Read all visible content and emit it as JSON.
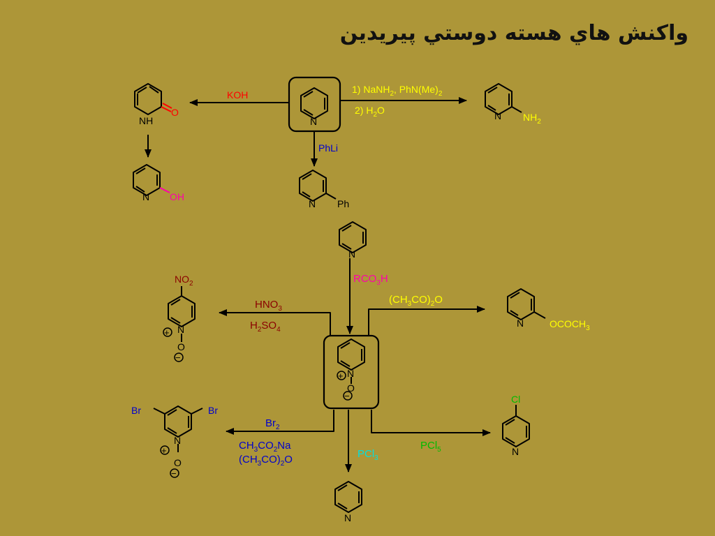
{
  "title": "واكنش هاي هسته دوستي پيريدين",
  "colors": {
    "background": "#ad9638",
    "bond": "#000000",
    "yellow": "#ffff00",
    "red": "#ff0000",
    "magenta": "#ff00aa",
    "blue": "#0000cc",
    "darkred": "#8b0000",
    "cyan": "#00e0e0",
    "green": "#00bb00"
  },
  "atoms": {
    "N": "N",
    "NH": "NH",
    "O": "O",
    "OH": "OH",
    "Ph": "Ph",
    "NH2": "NH",
    "NH2_sub": "2",
    "NO2": "NO",
    "NO2_sub": "2",
    "OCOCH3_a": "OCOCH",
    "OCOCH3_sub": "3",
    "Cl": "Cl",
    "Br": "Br",
    "plus": "+",
    "minus": "−"
  },
  "reagents": {
    "koh": "KOH",
    "nanh2_a": "1) NaNH",
    "nanh2_s1": "2",
    "nanh2_b": ", PhN(Me)",
    "nanh2_s2": "2",
    "h2o_a": "2) H",
    "h2o_s": "2",
    "h2o_b": "O",
    "phli": "PhLi",
    "rco3h_a": "RCO",
    "rco3h_s": "3",
    "rco3h_b": "H",
    "hno3_a": "HNO",
    "hno3_s": "3",
    "h2so4_a": "H",
    "h2so4_s1": "2",
    "h2so4_b": "SO",
    "h2so4_s2": "4",
    "ac2o_a": "(CH",
    "ac2o_s1": "3",
    "ac2o_b": "CO)",
    "ac2o_s2": "2",
    "ac2o_c": "O",
    "br2_a": "Br",
    "br2_s": "2",
    "naoac_a": "CH",
    "naoac_s1": "3",
    "naoac_b": "CO",
    "naoac_s2": "2",
    "naoac_c": "Na",
    "ac2o2_a": "(CH",
    "ac2o2_s1": "3",
    "ac2o2_b": "CO)",
    "ac2o2_s2": "2",
    "ac2o2_c": "O",
    "pcl3_a": "PCl",
    "pcl3_s": "3",
    "pcl5_a": "PCl",
    "pcl5_s": "5"
  }
}
